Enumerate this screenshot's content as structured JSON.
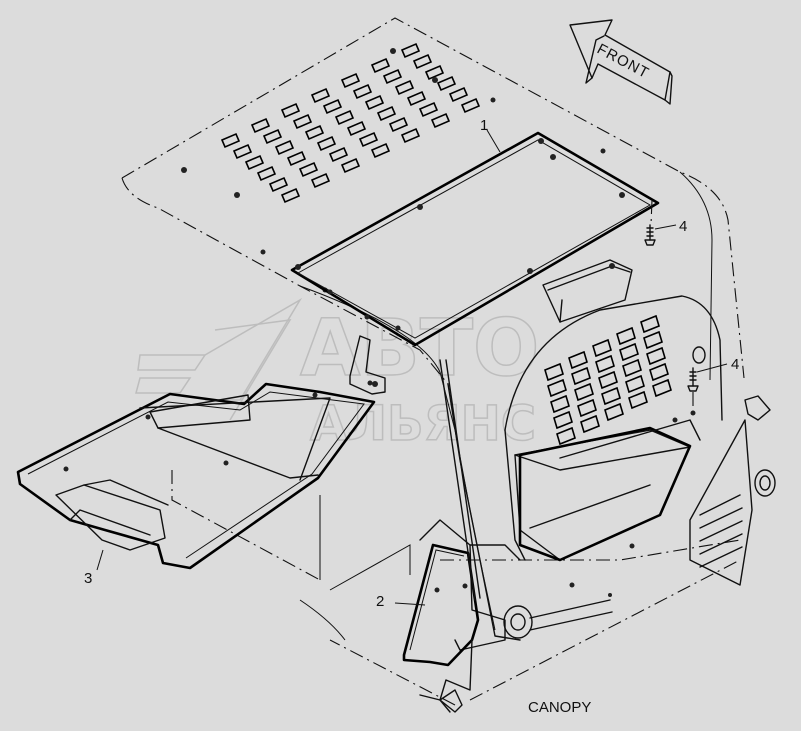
{
  "diagram": {
    "caption": "CANOPY",
    "direction_label": "FRONT",
    "callouts": [
      "1",
      "2",
      "3",
      "4",
      "4"
    ],
    "watermark": {
      "line1": "АВТО",
      "line2": "АЛЬЯНС"
    }
  }
}
